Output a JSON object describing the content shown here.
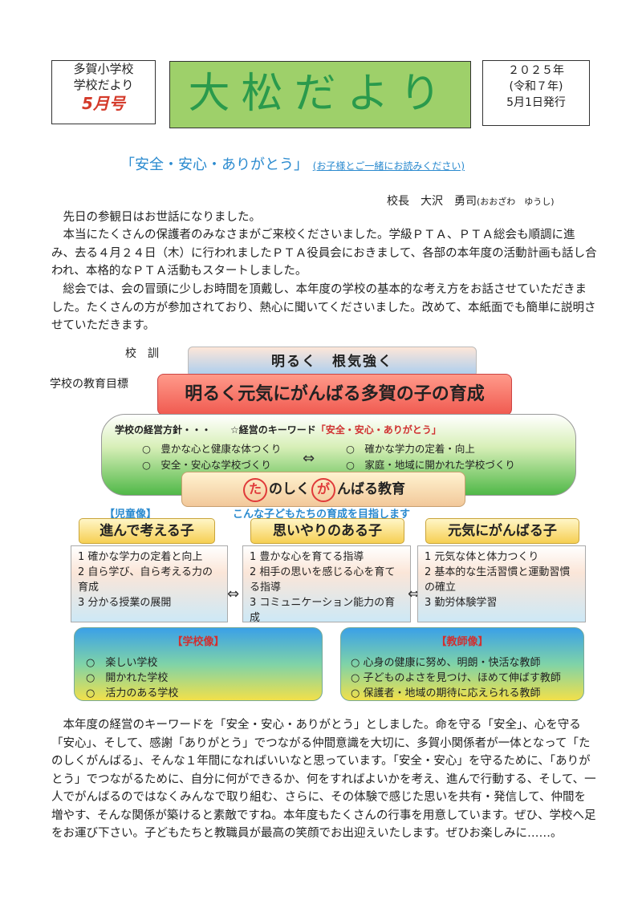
{
  "header": {
    "school": "多賀小学校",
    "newsletter": "学校だより",
    "issue": "5月号",
    "title": "大松だより",
    "year": "２０２５年",
    "era": "(令和７年)",
    "date": "5月1日発行"
  },
  "headline": {
    "main": "「安全・安心・ありがとう」",
    "sub": "(お子様とご一緒にお読みください)"
  },
  "principal": {
    "text": "校長　大沢　勇司",
    "reading": "(おおざわ　ゆうし)"
  },
  "intro": [
    "先日の参観日はお世話になりました。",
    "本当にたくさんの保護者のみなさまがご来校くださいました。学級ＰＴＡ、ＰＴＡ総会も順調に進み、去る４月２４日（木）に行われましたＰＴＡ役員会におきまして、各部の本年度の活動計画も話し合われ、本格的なＰＴＡ活動もスタートしました。",
    "総会では、会の冒頭に少しお時間を頂戴し、本年度の学校の基本的な考え方をお話させていただきました。たくさんの方が参加されており、熱心に聞いてくださいました。改めて、本紙面でも簡単に説明させていただきます。"
  ],
  "diagram": {
    "motto_label": "校　訓",
    "motto": "明るく　根気強く",
    "goal_label": "学校の教育目標",
    "goal": "明るく元気にがんばる多賀の子の育成",
    "policy_label": "学校の経営方針・・・　　☆経営のキーワード",
    "policy_keyword": "「安全・安心・ありがとう」",
    "policy_items": [
      "○　豊かな心と健康な体つくり",
      "○　確かな学力の定着・向上",
      "○　安全・安心な学校づくり",
      "○　家庭・地域に開かれた学校づくり"
    ],
    "fun_ta": "た",
    "fun_mid": "のしく",
    "fun_ga": "が",
    "fun_end": "んばる教育",
    "child_tag": "【児童像】",
    "child_aim": "こんな子どもたちの育成を目指します",
    "children": [
      {
        "title": "進んで考える子",
        "items": [
          "1  確かな学力の定着と向上",
          "2  自ら学び、自ら考える力の育成",
          "3  分かる授業の展開"
        ]
      },
      {
        "title": "思いやりのある子",
        "items": [
          "1  豊かな心を育てる指導",
          "2  相手の思いを感じる心を育てる指導",
          "3  コミュニケーション能力の育成"
        ]
      },
      {
        "title": "元気にがんばる子",
        "items": [
          "1  元気な体と体力つくり",
          "2  基本的な生活習慣と運動習慣の確立",
          "3  勤労体験学習"
        ]
      }
    ],
    "school_image": {
      "title": "【学校像】",
      "items": [
        "○　楽しい学校",
        "○　開かれた学校",
        "○　活力のある学校"
      ]
    },
    "teacher_image": {
      "title": "【教師像】",
      "items": [
        "○ 心身の健康に努め、明朗・快活な教師",
        "○ 子どものよさを見つけ、ほめて伸ばす教師",
        "○ 保護者・地域の期待に応えられる教師"
      ]
    }
  },
  "closing": "本年度の経営のキーワードを「安全・安心・ありがとう」としました。命を守る「安全」、心を守る「安心」、そして、感謝「ありがとう」でつながる仲間意識を大切に、多賀小関係者が一体となって「たのしくがんばる」、そんな１年間になればいいなと思っています。「安全・安心」を守るために、「ありがとう」でつながるために、自分に何ができるか、何をすればよいかを考え、進んで行動する、そして、一人でがんばるのではなくみんなで取り組む、さらに、その体験で感じた思いを共有・発信して、仲間を増やす、そんな関係が築けると素敵ですね。本年度もたくさんの行事を用意しています。ぜひ、学校へ足をお運び下さい。子どもたちと教職員が最高の笑顔でお出迎えいたします。ぜひお楽しみに……。"
}
